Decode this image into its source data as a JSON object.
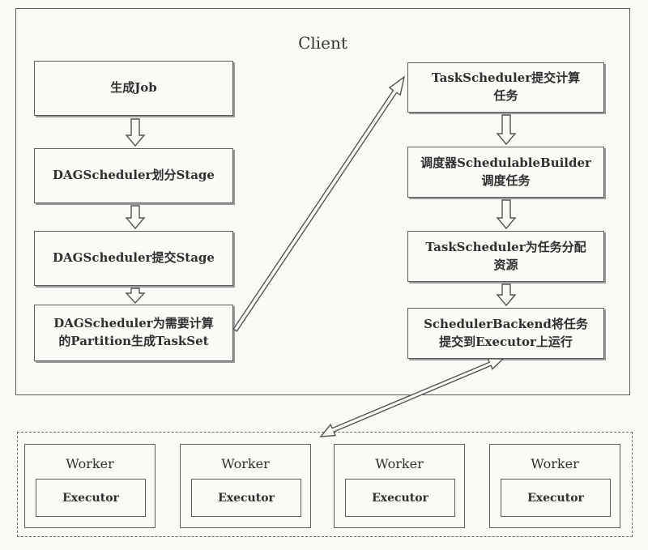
{
  "client": {
    "title": "Client"
  },
  "left_steps": [
    {
      "label": "生成Job"
    },
    {
      "label": "DAGScheduler划分Stage"
    },
    {
      "label": "DAGScheduler提交Stage"
    },
    {
      "label": "DAGScheduler为需要计算\n的Partition生成TaskSet"
    }
  ],
  "right_steps": [
    {
      "label": "TaskScheduler提交计算\n任务"
    },
    {
      "label": "调度器SchedulableBuilder\n调度任务"
    },
    {
      "label": "TaskScheduler为任务分配\n资源"
    },
    {
      "label": "SchedulerBackend将任务\n提交到Executor上运行"
    }
  ],
  "workers": [
    {
      "label": "Worker",
      "executor": "Executor"
    },
    {
      "label": "Worker",
      "executor": "Executor"
    },
    {
      "label": "Worker",
      "executor": "Executor"
    },
    {
      "label": "Worker",
      "executor": "Executor"
    }
  ]
}
